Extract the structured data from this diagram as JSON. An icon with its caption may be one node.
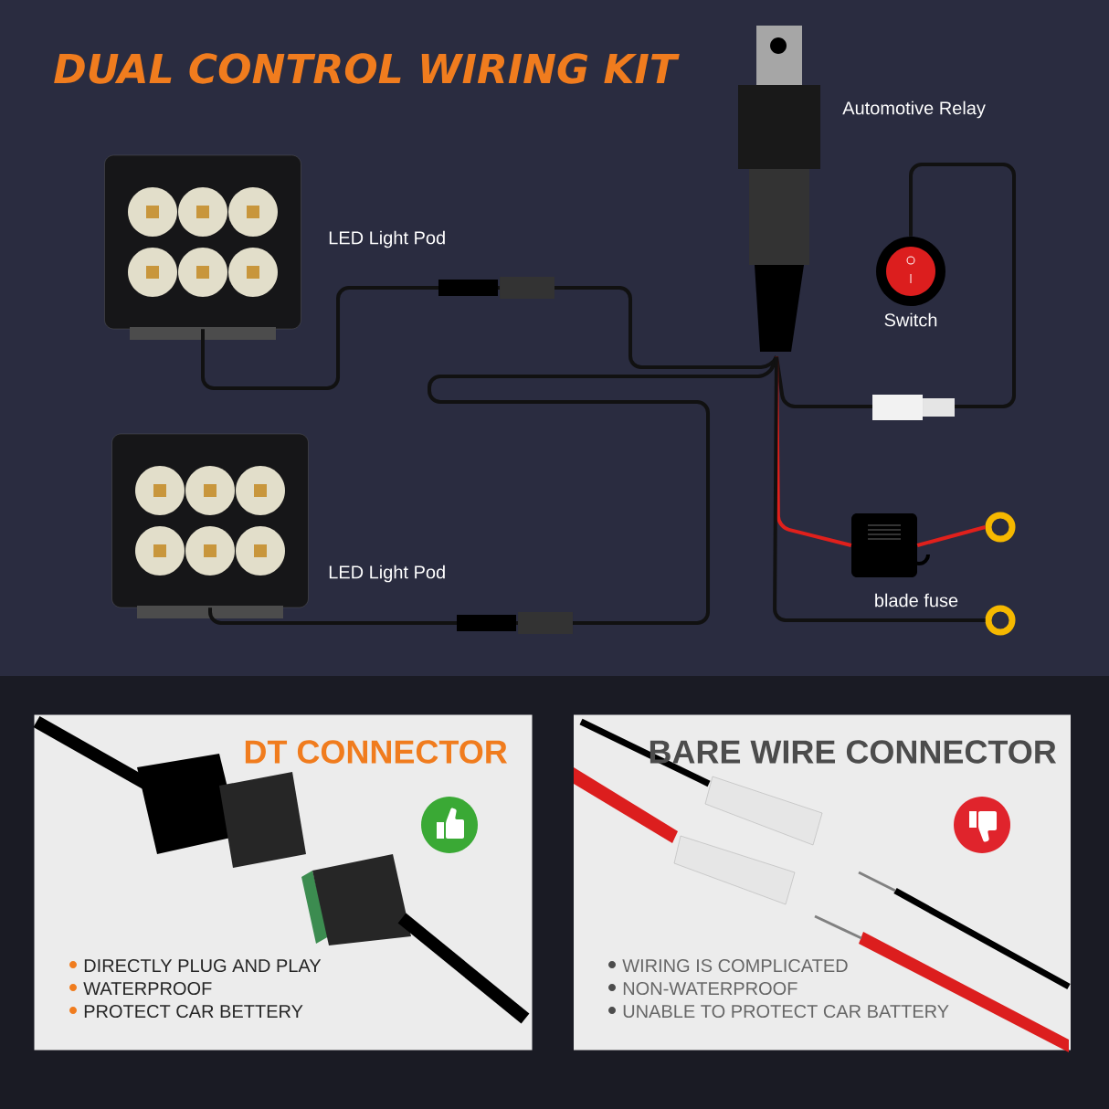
{
  "diagram": {
    "title": "DUAL CONTROL WIRING KIT",
    "nodes": [
      {
        "text": [],
        "shape": "picture",
        "beside": [
          "Automotive Relay"
        ]
      },
      {
        "text": [],
        "shape": "picture",
        "beside": [
          "LED Light Pod"
        ]
      },
      {
        "text": [],
        "shape": "picture",
        "beside": [
          "LED Light Pod"
        ]
      },
      {
        "text": [],
        "shape": "picture",
        "beside": [
          "Switch"
        ]
      },
      {
        "text": [],
        "shape": "picture",
        "beside": [
          "blade fuse"
        ]
      },
      {
        "text": [],
        "shape": "circle"
      },
      {
        "text": [],
        "shape": "circle"
      },
      {
        "text": [
          "DT CONNECTOR",
          "DIRECTLY PLUG AND PLAY",
          "WATERPROOF",
          "PROTECT CAR BETTERY"
        ]
      },
      {
        "text": [
          "BARE WIRE CONNECTOR",
          "WIRING IS COMPLICATED",
          "NON-WATERPROOF",
          "UNABLE TO PROTECT CAR BATTERY"
        ]
      }
    ],
    "edges": [
      {
        "from": 0,
        "to": 1,
        "arrow": "none"
      },
      {
        "from": 0,
        "to": 2,
        "arrow": "none"
      },
      {
        "from": 0,
        "to": 3,
        "arrow": "none"
      },
      {
        "from": 0,
        "to": 4,
        "arrow": "none",
        "color": "#e0201c"
      },
      {
        "from": 4,
        "to": 5,
        "arrow": "none",
        "color": "#e0201c"
      },
      {
        "from": 0,
        "to": 6,
        "arrow": "none"
      }
    ]
  }
}
